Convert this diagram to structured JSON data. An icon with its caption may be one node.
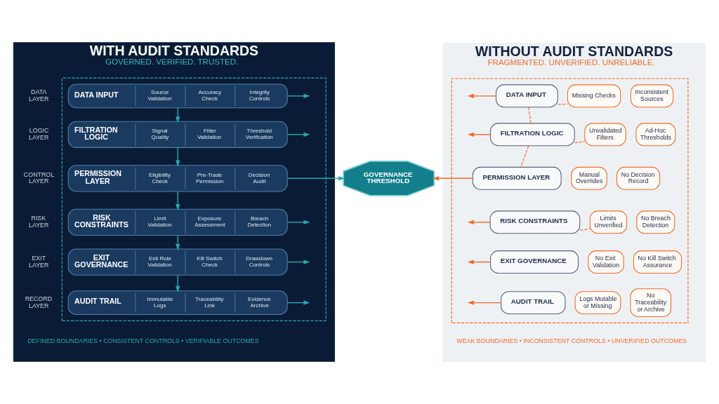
{
  "diagram": {
    "nodes": [
      {
        "text": [
          "WITH AUDIT STANDARDS",
          "GOVERNED. VERIFIED. TRUSTED."
        ]
      },
      {
        "text": [],
        "shape": "box",
        "in": 0
      },
      {
        "text": [
          "DATA INPUT",
          "Source Validation",
          "Accuracy Check",
          "Integrity Controls"
        ],
        "in": 1,
        "beside": [
          "DATA LAYER"
        ]
      },
      {
        "text": [
          "FILTRATION LOGIC",
          "Signal Quality",
          "Filter Validation",
          "Threshold Verification"
        ],
        "in": 1,
        "beside": [
          "LOGIC LAYER"
        ]
      },
      {
        "text": [
          "PERMISSION LAYER",
          "Eligibility Check",
          "Pre-Trade Permission",
          "Decision Audit"
        ],
        "in": 1,
        "beside": [
          "CONTROL LAYER"
        ]
      },
      {
        "text": [
          "RISK CONSTRAINTS",
          "Limit Validation",
          "Exposure Assessment",
          "Breach Detection"
        ],
        "in": 1,
        "beside": [
          "RISK LAYER"
        ]
      },
      {
        "text": [
          "EXIT GOVERNANCE",
          "Exit Rule Validation",
          "Kill Switch Check",
          "Drawdown Controls"
        ],
        "in": 1,
        "beside": [
          "EXIT LAYER"
        ]
      },
      {
        "text": [
          "AUDIT TRAIL",
          "Immutable Logs",
          "Traceability Link",
          "Evidence Archive"
        ],
        "in": 1,
        "beside": [
          "RECORD LAYER"
        ]
      },
      {
        "text": [
          "GOVERNANCE THRESHOLD"
        ]
      },
      {
        "text": [
          "WITHOUT AUDIT STANDARDS",
          "FRAGMENTED. UNVERIFIED. UNRELIABLE."
        ]
      },
      {
        "text": [],
        "shape": "box",
        "in": 9
      },
      {
        "text": [
          "DATA INPUT"
        ],
        "in": 10
      },
      {
        "text": [
          "Missing Checks"
        ],
        "in": 10
      },
      {
        "text": [
          "Inconsistent Sources"
        ],
        "in": 10
      },
      {
        "text": [
          "FILTRATION LOGIC"
        ],
        "in": 10
      },
      {
        "text": [
          "Unvalidated Filters"
        ],
        "in": 10
      },
      {
        "text": [
          "Ad-Hoc Thresholds"
        ],
        "in": 10
      },
      {
        "text": [
          "PERMISSION LAYER"
        ],
        "in": 10
      },
      {
        "text": [
          "Manual Overrides"
        ],
        "in": 10
      },
      {
        "text": [
          "No Decision Record"
        ],
        "in": 10
      },
      {
        "text": [
          "RISK CONSTRAINTS"
        ],
        "in": 10
      },
      {
        "text": [
          "Limits Unverified"
        ],
        "in": 10
      },
      {
        "text": [
          "No Breach Detection"
        ],
        "in": 10
      },
      {
        "text": [
          "EXIT GOVERNANCE"
        ],
        "in": 10
      },
      {
        "text": [
          "No Exit Validation"
        ],
        "in": 10
      },
      {
        "text": [
          "No Kill Switch Assurance"
        ],
        "in": 10
      },
      {
        "text": [
          "AUDIT TRAIL"
        ],
        "in": 10
      },
      {
        "text": [
          "Logs Mutable or Missing"
        ],
        "in": 10
      },
      {
        "text": [
          "No Traceability or Archive"
        ],
        "in": 10
      }
    ],
    "edges": [
      {
        "from": 2,
        "to": 3,
        "arrow": "to"
      },
      {
        "from": 3,
        "to": 4,
        "arrow": "to"
      },
      {
        "from": 4,
        "to": 5,
        "arrow": "to"
      },
      {
        "from": 5,
        "to": 6,
        "arrow": "to"
      },
      {
        "from": 6,
        "to": 7,
        "arrow": "to"
      },
      {
        "from": 2,
        "to": null,
        "arrow": "to"
      },
      {
        "from": 3,
        "to": null,
        "arrow": "to"
      },
      {
        "from": 4,
        "to": 8,
        "arrow": "to"
      },
      {
        "from": 5,
        "to": null,
        "arrow": "to"
      },
      {
        "from": 6,
        "to": null,
        "arrow": "to"
      },
      {
        "from": 7,
        "to": null,
        "arrow": "to"
      },
      {
        "from": 11,
        "to": null,
        "arrow": "to",
        "color": "#f26b2a"
      },
      {
        "from": 14,
        "to": null,
        "arrow": "to",
        "color": "#f26b2a"
      },
      {
        "from": 17,
        "to": 8,
        "arrow": "to",
        "color": "#f26b2a"
      },
      {
        "from": 20,
        "to": null,
        "arrow": "to",
        "color": "#f26b2a"
      },
      {
        "from": 23,
        "to": null,
        "arrow": "to",
        "color": "#f26b2a"
      },
      {
        "from": 26,
        "to": null,
        "arrow": "to",
        "color": "#f26b2a"
      },
      {
        "from": 11,
        "to": 14,
        "arrow": "none",
        "style": "dashed",
        "color": "#f26b2a"
      },
      {
        "from": 14,
        "to": 17,
        "arrow": "none",
        "style": "dashed",
        "color": "#f26b2a"
      },
      {
        "from": 11,
        "to": 12,
        "arrow": "none",
        "style": "dashed",
        "color": "#f26b2a"
      },
      {
        "from": 14,
        "to": 15,
        "arrow": "none",
        "style": "dashed",
        "color": "#f26b2a"
      },
      {
        "from": 20,
        "to": 21,
        "arrow": "none",
        "style": "dashed",
        "color": "#f26b2a"
      }
    ],
    "labels": [
      "DEFINED BOUNDARIES • CONSISTENT CONTROLS • VERIFIABLE OUTCOMES",
      "WEAK BOUNDARIES • INCONSISTENT CONTROLS • UNVERIFIED OUTCOMES"
    ]
  }
}
